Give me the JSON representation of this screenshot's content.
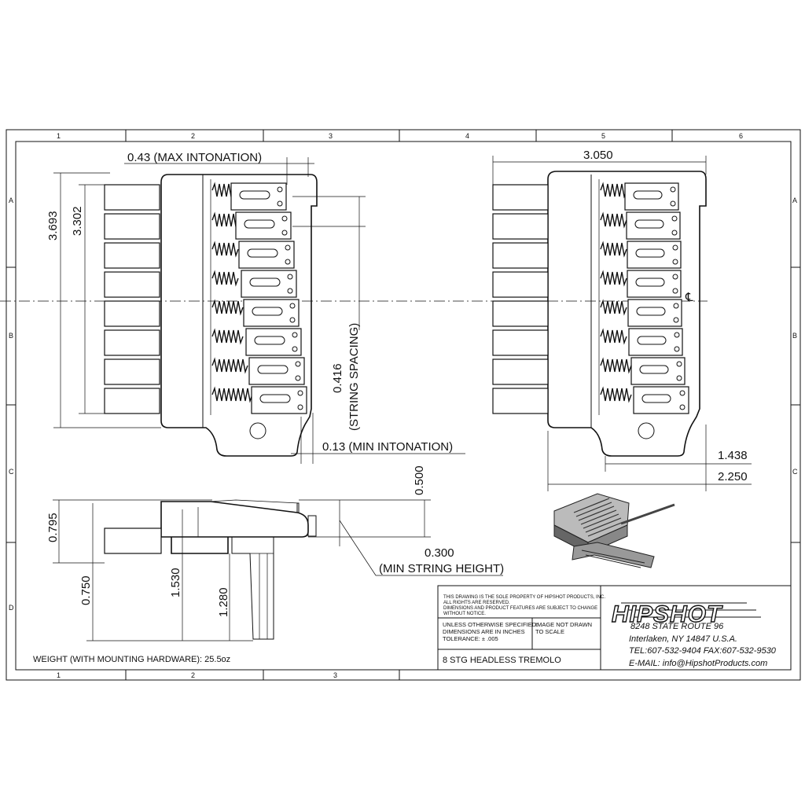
{
  "sheet": {
    "column_labels": [
      "1",
      "2",
      "3",
      "4",
      "5",
      "6"
    ],
    "bottom_column_labels": [
      "1",
      "2",
      "3"
    ],
    "row_labels": [
      "A",
      "B",
      "C",
      "D"
    ]
  },
  "front_view": {
    "dim_max_intonation": "0.43 (MAX INTONATION)",
    "dim_height_outer": "3.693",
    "dim_height_inner": "3.302",
    "dim_string_spacing_value": "0.416",
    "dim_string_spacing_label": "(STRING SPACING)",
    "dim_min_intonation": "0.13 (MIN INTONATION)"
  },
  "right_view": {
    "dim_width": "3.050",
    "dim_1438": "1.438",
    "dim_2250": "2.250",
    "centerline_symbol": "℄"
  },
  "side_view": {
    "dim_0795": "0.795",
    "dim_0750": "0.750",
    "dim_1530": "1.530",
    "dim_1280": "1.280",
    "dim_0500": "0.500",
    "dim_0300": "0.300",
    "dim_min_string_height": "(MIN STRING HEIGHT)"
  },
  "weight_note": "WEIGHT (WITH MOUNTING HARDWARE): 25.5oz",
  "title_block": {
    "property_line1": "THIS DRAWING IS THE SOLE PROPERTY OF HIPSHOT PRODUCTS, INC.",
    "property_line2": "ALL RIGHTS ARE RESERVED.",
    "property_line3": "DIMENSIONS AND PRODUCT FEATURES ARE SUBJECT TO CHANGE",
    "property_line4": "WITHOUT NOTICE.",
    "unless_line1": "UNLESS OTHERWISE SPECIFIED:",
    "unless_line2": "DIMENSIONS ARE IN INCHES",
    "unless_line3": "TOLERANCE:  ± .005",
    "scale_line1": "IMAGE NOT DRAWN",
    "scale_line2": "TO SCALE",
    "part_name": "8 STG HEADLESS TREMOLO",
    "logo": "HIPSHOT",
    "address_line1": "8248 STATE ROUTE 96",
    "address_line2": "Interlaken, NY 14847 U.S.A.",
    "phone": "TEL:607-532-9404 FAX:607-532-9530",
    "email": "E-MAIL: info@HipshotProducts.com"
  }
}
